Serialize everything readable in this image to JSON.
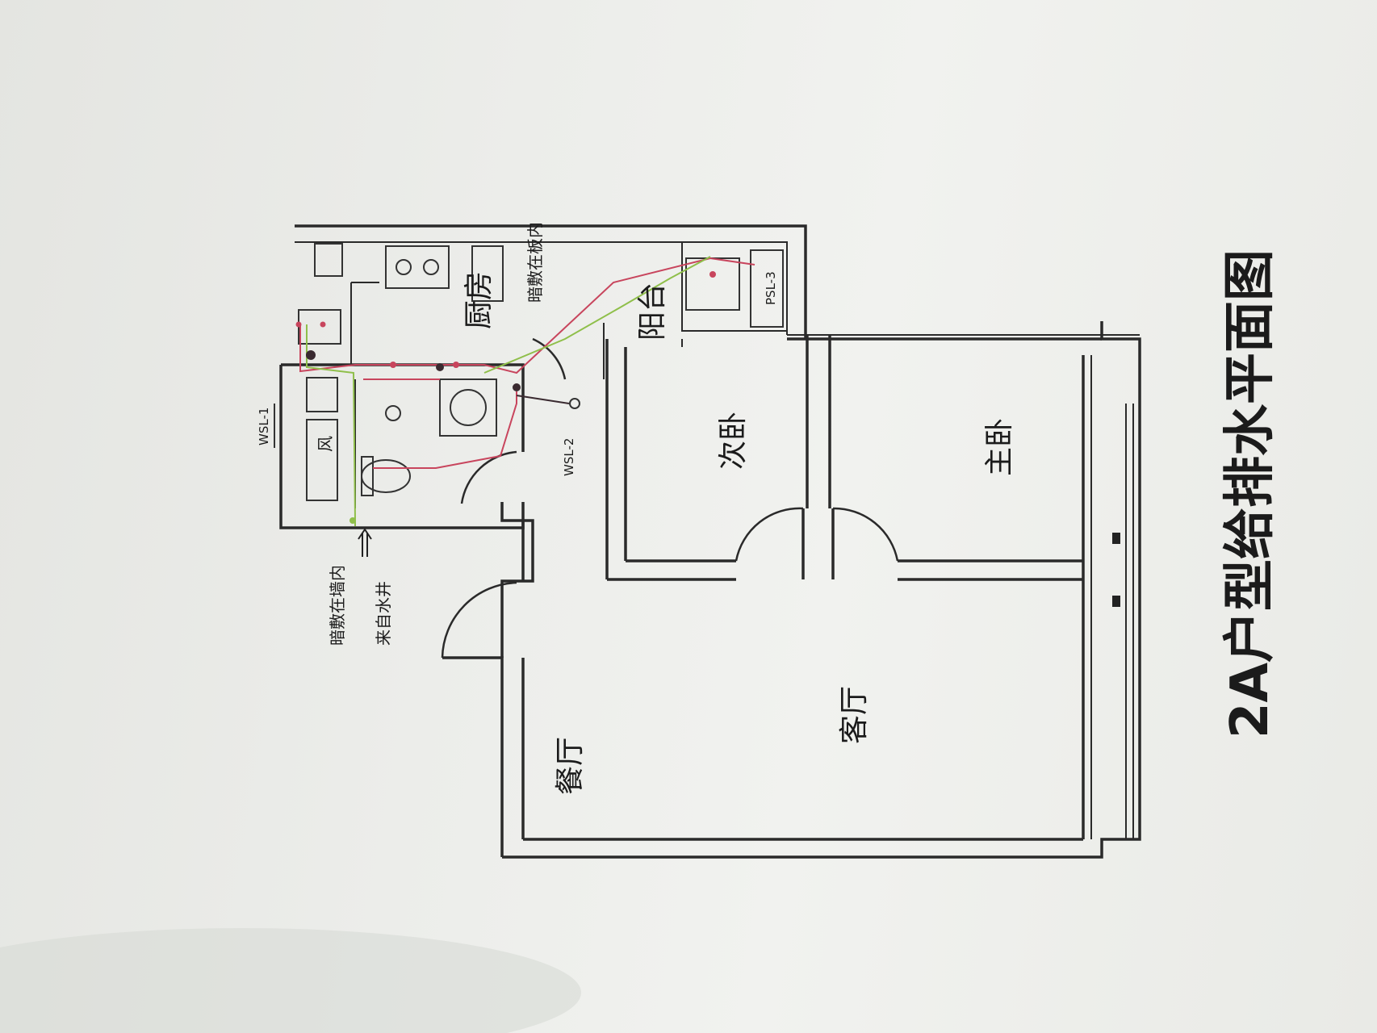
{
  "title": "2A户型给排水平面图",
  "rooms": {
    "kitchen": "厨房",
    "balcony": "阳台",
    "second_bedroom": "次卧",
    "master_bedroom": "主卧",
    "dining": "餐厅",
    "living": "客厅"
  },
  "tags": {
    "wsl1": "WSL-1",
    "wsl2": "WSL-2",
    "psl3": "PSL-3",
    "fan": "风"
  },
  "notes": {
    "conceal_floor": "暗敷在板内",
    "conceal_wall": "暗敷在墙内",
    "from_well": "来自水井"
  },
  "colors": {
    "supply_pipe": "#c8455d",
    "drain_pipe": "#8fbf4a",
    "wall": "#2a2a2a"
  }
}
